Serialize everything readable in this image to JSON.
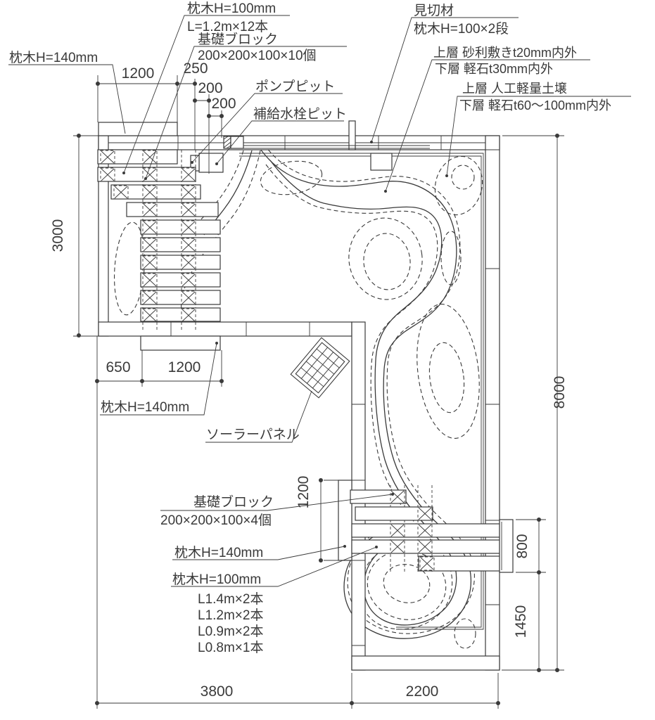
{
  "meta": {
    "ink": "#3a3a3a",
    "paper": "#ffffff",
    "drawing_type": "roof-garden-landscape-plan"
  },
  "annotations": {
    "sleeper100_top": {
      "l1": "枕木H=100mm",
      "l2": "L=1.2m×12本"
    },
    "foundation_top": {
      "l1": "基礎ブロック",
      "l2": "200×200×100×10個"
    },
    "sleeper140_topleft": {
      "l1": "枕木H=140mm"
    },
    "pump_pit": {
      "l1": "ポンプピット"
    },
    "supply_pit": {
      "l1": "補給水栓ピット"
    },
    "edge_material": {
      "l1": "見切材",
      "l2": "枕木H=100×2段"
    },
    "gravel": {
      "l1": "上層 砂利敷きt20mm内外",
      "l2": "下層 軽石t30mm内外"
    },
    "soil": {
      "l1": "上層 人工軽量土壌",
      "l2": "下層 軽石t60〜100mm内外"
    },
    "sleeper140_mid": {
      "l1": "枕木H=140mm"
    },
    "solar": {
      "l1": "ソーラーパネル"
    },
    "foundation_btm": {
      "l1": "基礎ブロック",
      "l2": "200×200×100×4個"
    },
    "sleeper140_btm": {
      "l1": "枕木H=140mm"
    },
    "sleeper100_btm": {
      "l1": "枕木H=100mm",
      "l2": "L1.4m×2本",
      "l3": "L1.2m×2本",
      "l4": "L0.9m×2本",
      "l5": "L0.8m×1本"
    }
  },
  "dimensions": {
    "top_1200": "1200",
    "top_250": "250",
    "top_200a": "200",
    "top_200b": "200",
    "left_3000": "3000",
    "mid_650": "650",
    "mid_1200": "1200",
    "right_8000": "8000",
    "deck_1200": "1200",
    "right_800": "800",
    "right_1450": "1450",
    "bottom_3800": "3800",
    "bottom_2200": "2200"
  }
}
